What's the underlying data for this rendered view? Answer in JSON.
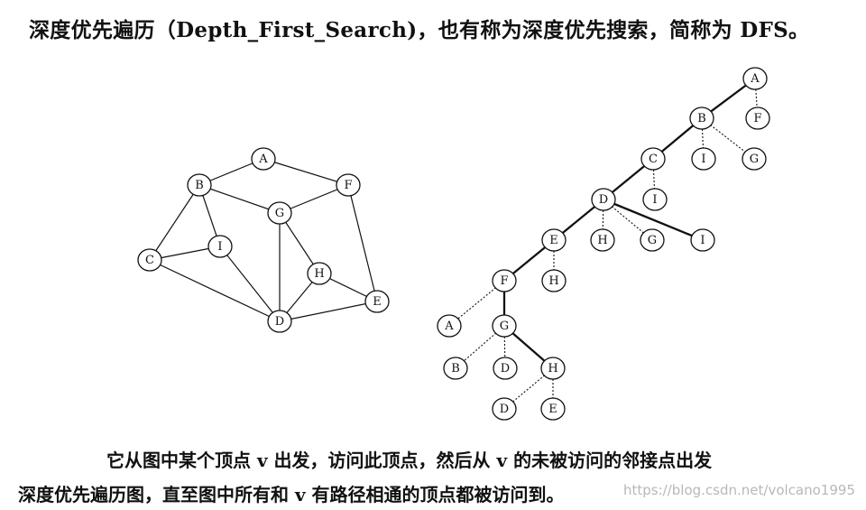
{
  "title": "深度优先遍历（Depth_First_Search)，也有称为深度优先搜索，简称为 DFS。",
  "graph": {
    "nodes": [
      {
        "id": "A"
      },
      {
        "id": "B"
      },
      {
        "id": "F"
      },
      {
        "id": "G"
      },
      {
        "id": "C"
      },
      {
        "id": "I"
      },
      {
        "id": "H"
      },
      {
        "id": "E"
      },
      {
        "id": "D"
      }
    ],
    "edges": [
      [
        "A",
        "B"
      ],
      [
        "A",
        "F"
      ],
      [
        "B",
        "G"
      ],
      [
        "F",
        "G"
      ],
      [
        "B",
        "C"
      ],
      [
        "B",
        "I"
      ],
      [
        "C",
        "I"
      ],
      [
        "C",
        "D"
      ],
      [
        "I",
        "D"
      ],
      [
        "G",
        "D"
      ],
      [
        "G",
        "H"
      ],
      [
        "H",
        "D"
      ],
      [
        "H",
        "E"
      ],
      [
        "D",
        "E"
      ],
      [
        "F",
        "E"
      ]
    ]
  },
  "tree": {
    "nodes": [
      {
        "id": "A"
      },
      {
        "id": "B"
      },
      {
        "id": "F"
      },
      {
        "id": "C"
      },
      {
        "id": "I"
      },
      {
        "id": "G"
      },
      {
        "id": "D"
      },
      {
        "id": "I"
      },
      {
        "id": "E"
      },
      {
        "id": "H"
      },
      {
        "id": "G"
      },
      {
        "id": "I"
      },
      {
        "id": "F"
      },
      {
        "id": "H"
      },
      {
        "id": "A"
      },
      {
        "id": "G"
      },
      {
        "id": "B"
      },
      {
        "id": "D"
      },
      {
        "id": "H"
      },
      {
        "id": "D"
      },
      {
        "id": "E"
      }
    ],
    "edges": [
      {
        "from": 0,
        "to": 1,
        "style": "solid"
      },
      {
        "from": 0,
        "to": 2,
        "style": "dashed"
      },
      {
        "from": 1,
        "to": 3,
        "style": "solid"
      },
      {
        "from": 1,
        "to": 4,
        "style": "dashed"
      },
      {
        "from": 1,
        "to": 5,
        "style": "dashed"
      },
      {
        "from": 3,
        "to": 6,
        "style": "solid"
      },
      {
        "from": 3,
        "to": 7,
        "style": "dashed"
      },
      {
        "from": 6,
        "to": 8,
        "style": "solid"
      },
      {
        "from": 6,
        "to": 9,
        "style": "dashed"
      },
      {
        "from": 6,
        "to": 10,
        "style": "dashed"
      },
      {
        "from": 6,
        "to": 11,
        "style": "solid"
      },
      {
        "from": 8,
        "to": 12,
        "style": "solid"
      },
      {
        "from": 8,
        "to": 13,
        "style": "dashed"
      },
      {
        "from": 12,
        "to": 14,
        "style": "dashed"
      },
      {
        "from": 12,
        "to": 15,
        "style": "solid"
      },
      {
        "from": 15,
        "to": 16,
        "style": "dashed"
      },
      {
        "from": 15,
        "to": 17,
        "style": "dashed"
      },
      {
        "from": 15,
        "to": 18,
        "style": "solid"
      },
      {
        "from": 18,
        "to": 19,
        "style": "dashed"
      },
      {
        "from": 18,
        "to": 20,
        "style": "dashed"
      }
    ]
  },
  "paragraph": {
    "line1": "它从图中某个顶点 v 出发，访问此顶点，然后从 v 的未被访问的邻接点出发",
    "line2": "深度优先遍历图，直至图中所有和 v 有路径相通的顶点都被访问到。"
  },
  "watermark": "https://blog.csdn.net/volcano1995"
}
